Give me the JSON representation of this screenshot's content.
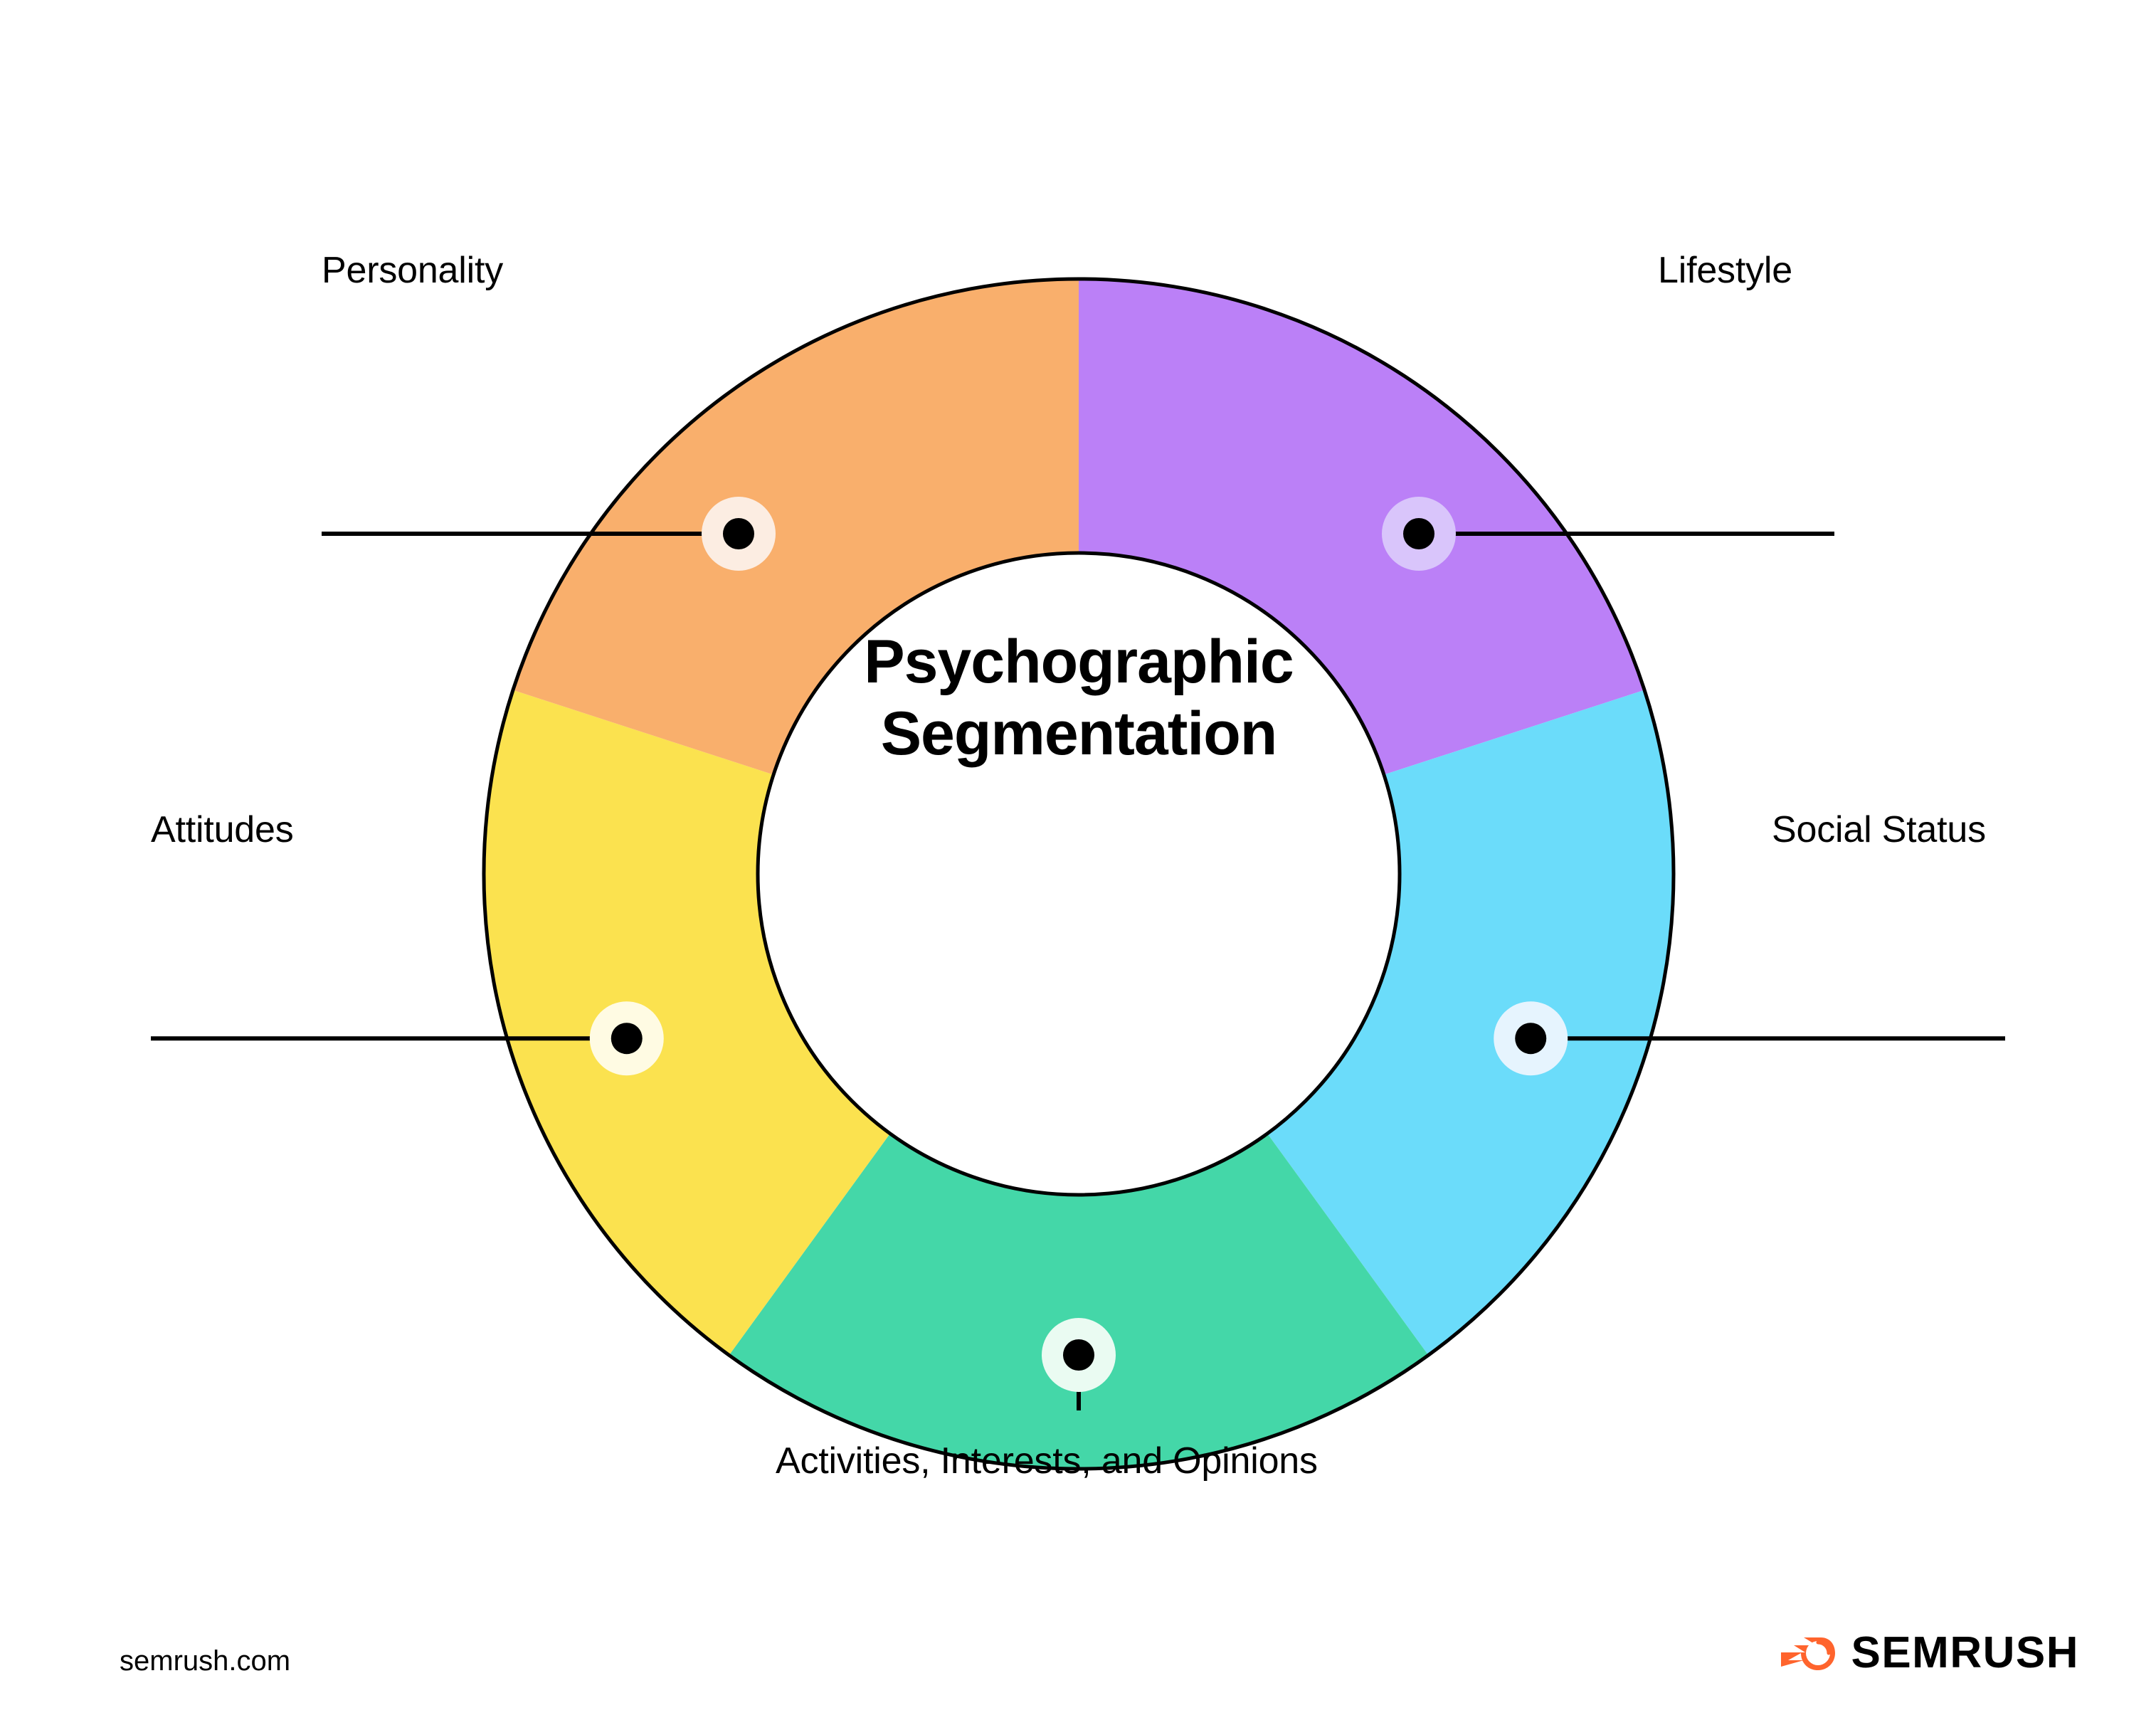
{
  "center": {
    "line1": "Psychographic",
    "line2": "Segmentation"
  },
  "segments": [
    {
      "label": "Lifestyle",
      "color": "#BB80F7",
      "start_deg": 0,
      "end_deg": 72,
      "dot_color": "#D9C5FB"
    },
    {
      "label": "Social Status",
      "color": "#6BDCFA",
      "start_deg": 72,
      "end_deg": 144,
      "dot_color": "#E6F4FE"
    },
    {
      "label": "Activities, Interests, and Opinions",
      "color": "#44D7A8",
      "start_deg": 144,
      "end_deg": 216,
      "dot_color": "#EAFBF2"
    },
    {
      "label": "Attitudes",
      "color": "#FBE24F",
      "start_deg": 216,
      "end_deg": 288,
      "dot_color": "#FFFBE3"
    },
    {
      "label": "Personality",
      "color": "#F9AF6C",
      "start_deg": 288,
      "end_deg": 360,
      "dot_color": "#FCEDE2"
    }
  ],
  "footer": {
    "url": "semrush.com",
    "brand": "SEMRUSH"
  },
  "colors": {
    "stroke": "#000000",
    "background": "#FFFFFF",
    "brand_orange": "#FF642D"
  },
  "chart_data": {
    "type": "pie",
    "title": "Psychographic Segmentation",
    "categories": [
      "Lifestyle",
      "Social Status",
      "Activities, Interests, and Opinions",
      "Attitudes",
      "Personality"
    ],
    "values": [
      20,
      20,
      20,
      20,
      20
    ],
    "colors": [
      "#BB80F7",
      "#6BDCFA",
      "#44D7A8",
      "#FBE24F",
      "#F9AF6C"
    ],
    "donut": true,
    "inner_radius_ratio": 0.54,
    "legend": "callout-labels",
    "xlabel": "",
    "ylabel": ""
  }
}
